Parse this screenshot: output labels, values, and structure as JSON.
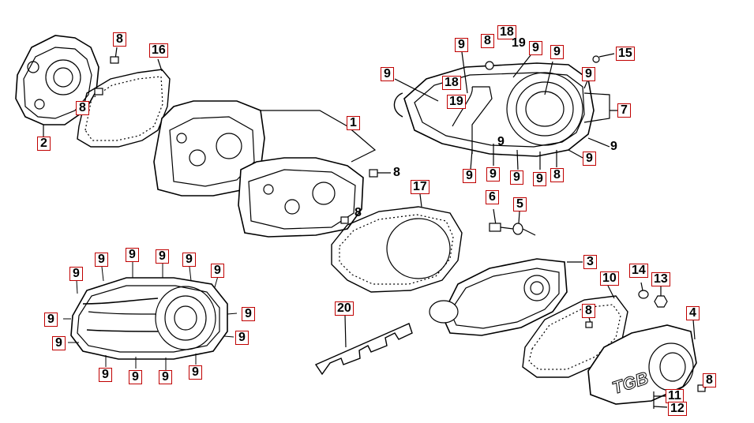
{
  "diagram": {
    "callouts": [
      {
        "id": "c8a",
        "label": "8"
      },
      {
        "id": "c16",
        "label": "16"
      },
      {
        "id": "c8b",
        "label": "8"
      },
      {
        "id": "c2",
        "label": "2"
      },
      {
        "id": "c1",
        "label": "1"
      },
      {
        "id": "c8c",
        "label": "8"
      },
      {
        "id": "c8d",
        "label": "8"
      },
      {
        "id": "c17",
        "label": "17"
      },
      {
        "id": "c6",
        "label": "6"
      },
      {
        "id": "c5",
        "label": "5"
      },
      {
        "id": "c9a",
        "label": "9"
      },
      {
        "id": "c9b",
        "label": "9"
      },
      {
        "id": "c8e",
        "label": "8"
      },
      {
        "id": "c18a",
        "label": "18"
      },
      {
        "id": "c19a",
        "label": "19"
      },
      {
        "id": "c9c",
        "label": "9"
      },
      {
        "id": "c9d",
        "label": "9"
      },
      {
        "id": "c15",
        "label": "15"
      },
      {
        "id": "c9e",
        "label": "9"
      },
      {
        "id": "c18b",
        "label": "18"
      },
      {
        "id": "c19b",
        "label": "19"
      },
      {
        "id": "c7",
        "label": "7"
      },
      {
        "id": "c9f",
        "label": "9"
      },
      {
        "id": "c9g",
        "label": "9"
      },
      {
        "id": "c9h",
        "label": "9"
      },
      {
        "id": "c9i",
        "label": "9"
      },
      {
        "id": "c9j",
        "label": "9"
      },
      {
        "id": "c8f",
        "label": "8"
      },
      {
        "id": "c9k",
        "label": "9"
      },
      {
        "id": "c9l",
        "label": "9"
      },
      {
        "id": "c9m",
        "label": "9"
      },
      {
        "id": "c9n",
        "label": "9"
      },
      {
        "id": "c9o",
        "label": "9"
      },
      {
        "id": "c9p",
        "label": "9"
      },
      {
        "id": "c9q",
        "label": "9"
      },
      {
        "id": "c9r",
        "label": "9"
      },
      {
        "id": "c9s",
        "label": "9"
      },
      {
        "id": "c9t",
        "label": "9"
      },
      {
        "id": "c9u",
        "label": "9"
      },
      {
        "id": "c9v",
        "label": "9"
      },
      {
        "id": "c9w",
        "label": "9"
      },
      {
        "id": "c9x",
        "label": "9"
      },
      {
        "id": "c9y",
        "label": "9"
      },
      {
        "id": "c3",
        "label": "3"
      },
      {
        "id": "c10",
        "label": "10"
      },
      {
        "id": "c14",
        "label": "14"
      },
      {
        "id": "c13",
        "label": "13"
      },
      {
        "id": "c8g",
        "label": "8"
      },
      {
        "id": "c4",
        "label": "4"
      },
      {
        "id": "c20",
        "label": "20"
      },
      {
        "id": "c8h",
        "label": "8"
      },
      {
        "id": "c11",
        "label": "11"
      },
      {
        "id": "c12",
        "label": "12"
      }
    ],
    "logo_text": "TGB",
    "colors": {
      "callout_border": "#c00000",
      "line": "#000000",
      "fill": "#ffffff"
    }
  }
}
